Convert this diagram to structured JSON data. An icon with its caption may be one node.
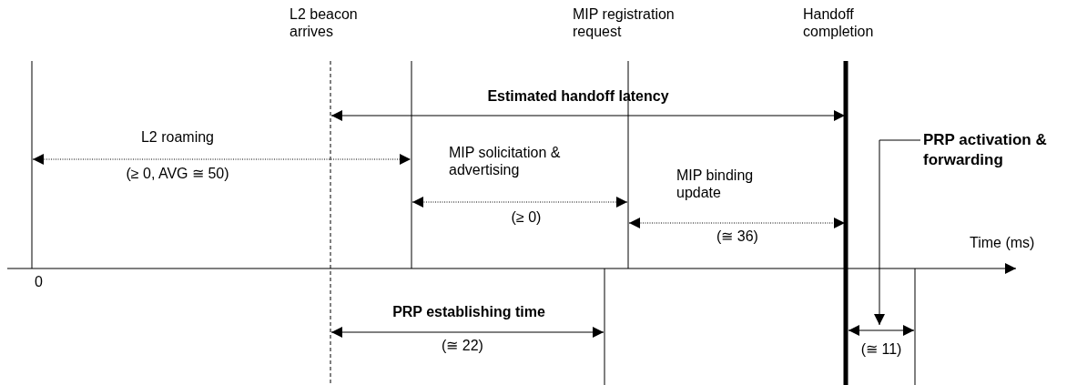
{
  "diagram": {
    "nodes": [
      {
        "text": [
          "PRP activation & forwarding"
        ]
      },
      {
        "text": [],
        "shape": "bar",
        "beside": [
          "(≅ 11)"
        ]
      }
    ],
    "edges": [
      {
        "from": 0,
        "to": 1,
        "arrow": "to"
      }
    ],
    "labels": [
      "L2 beacon arrives",
      "MIP registration request",
      "Handoff completion",
      "Estimated handoff latency",
      "L2 roaming",
      "MIP solicitation & advertising",
      "(≥ 0, AVG ≅ 50)",
      "MIP binding update",
      "(≥ 0)",
      "(≅ 36)",
      "Time (ms)",
      "0",
      "PRP establishing time",
      "(≅ 22)"
    ]
  }
}
